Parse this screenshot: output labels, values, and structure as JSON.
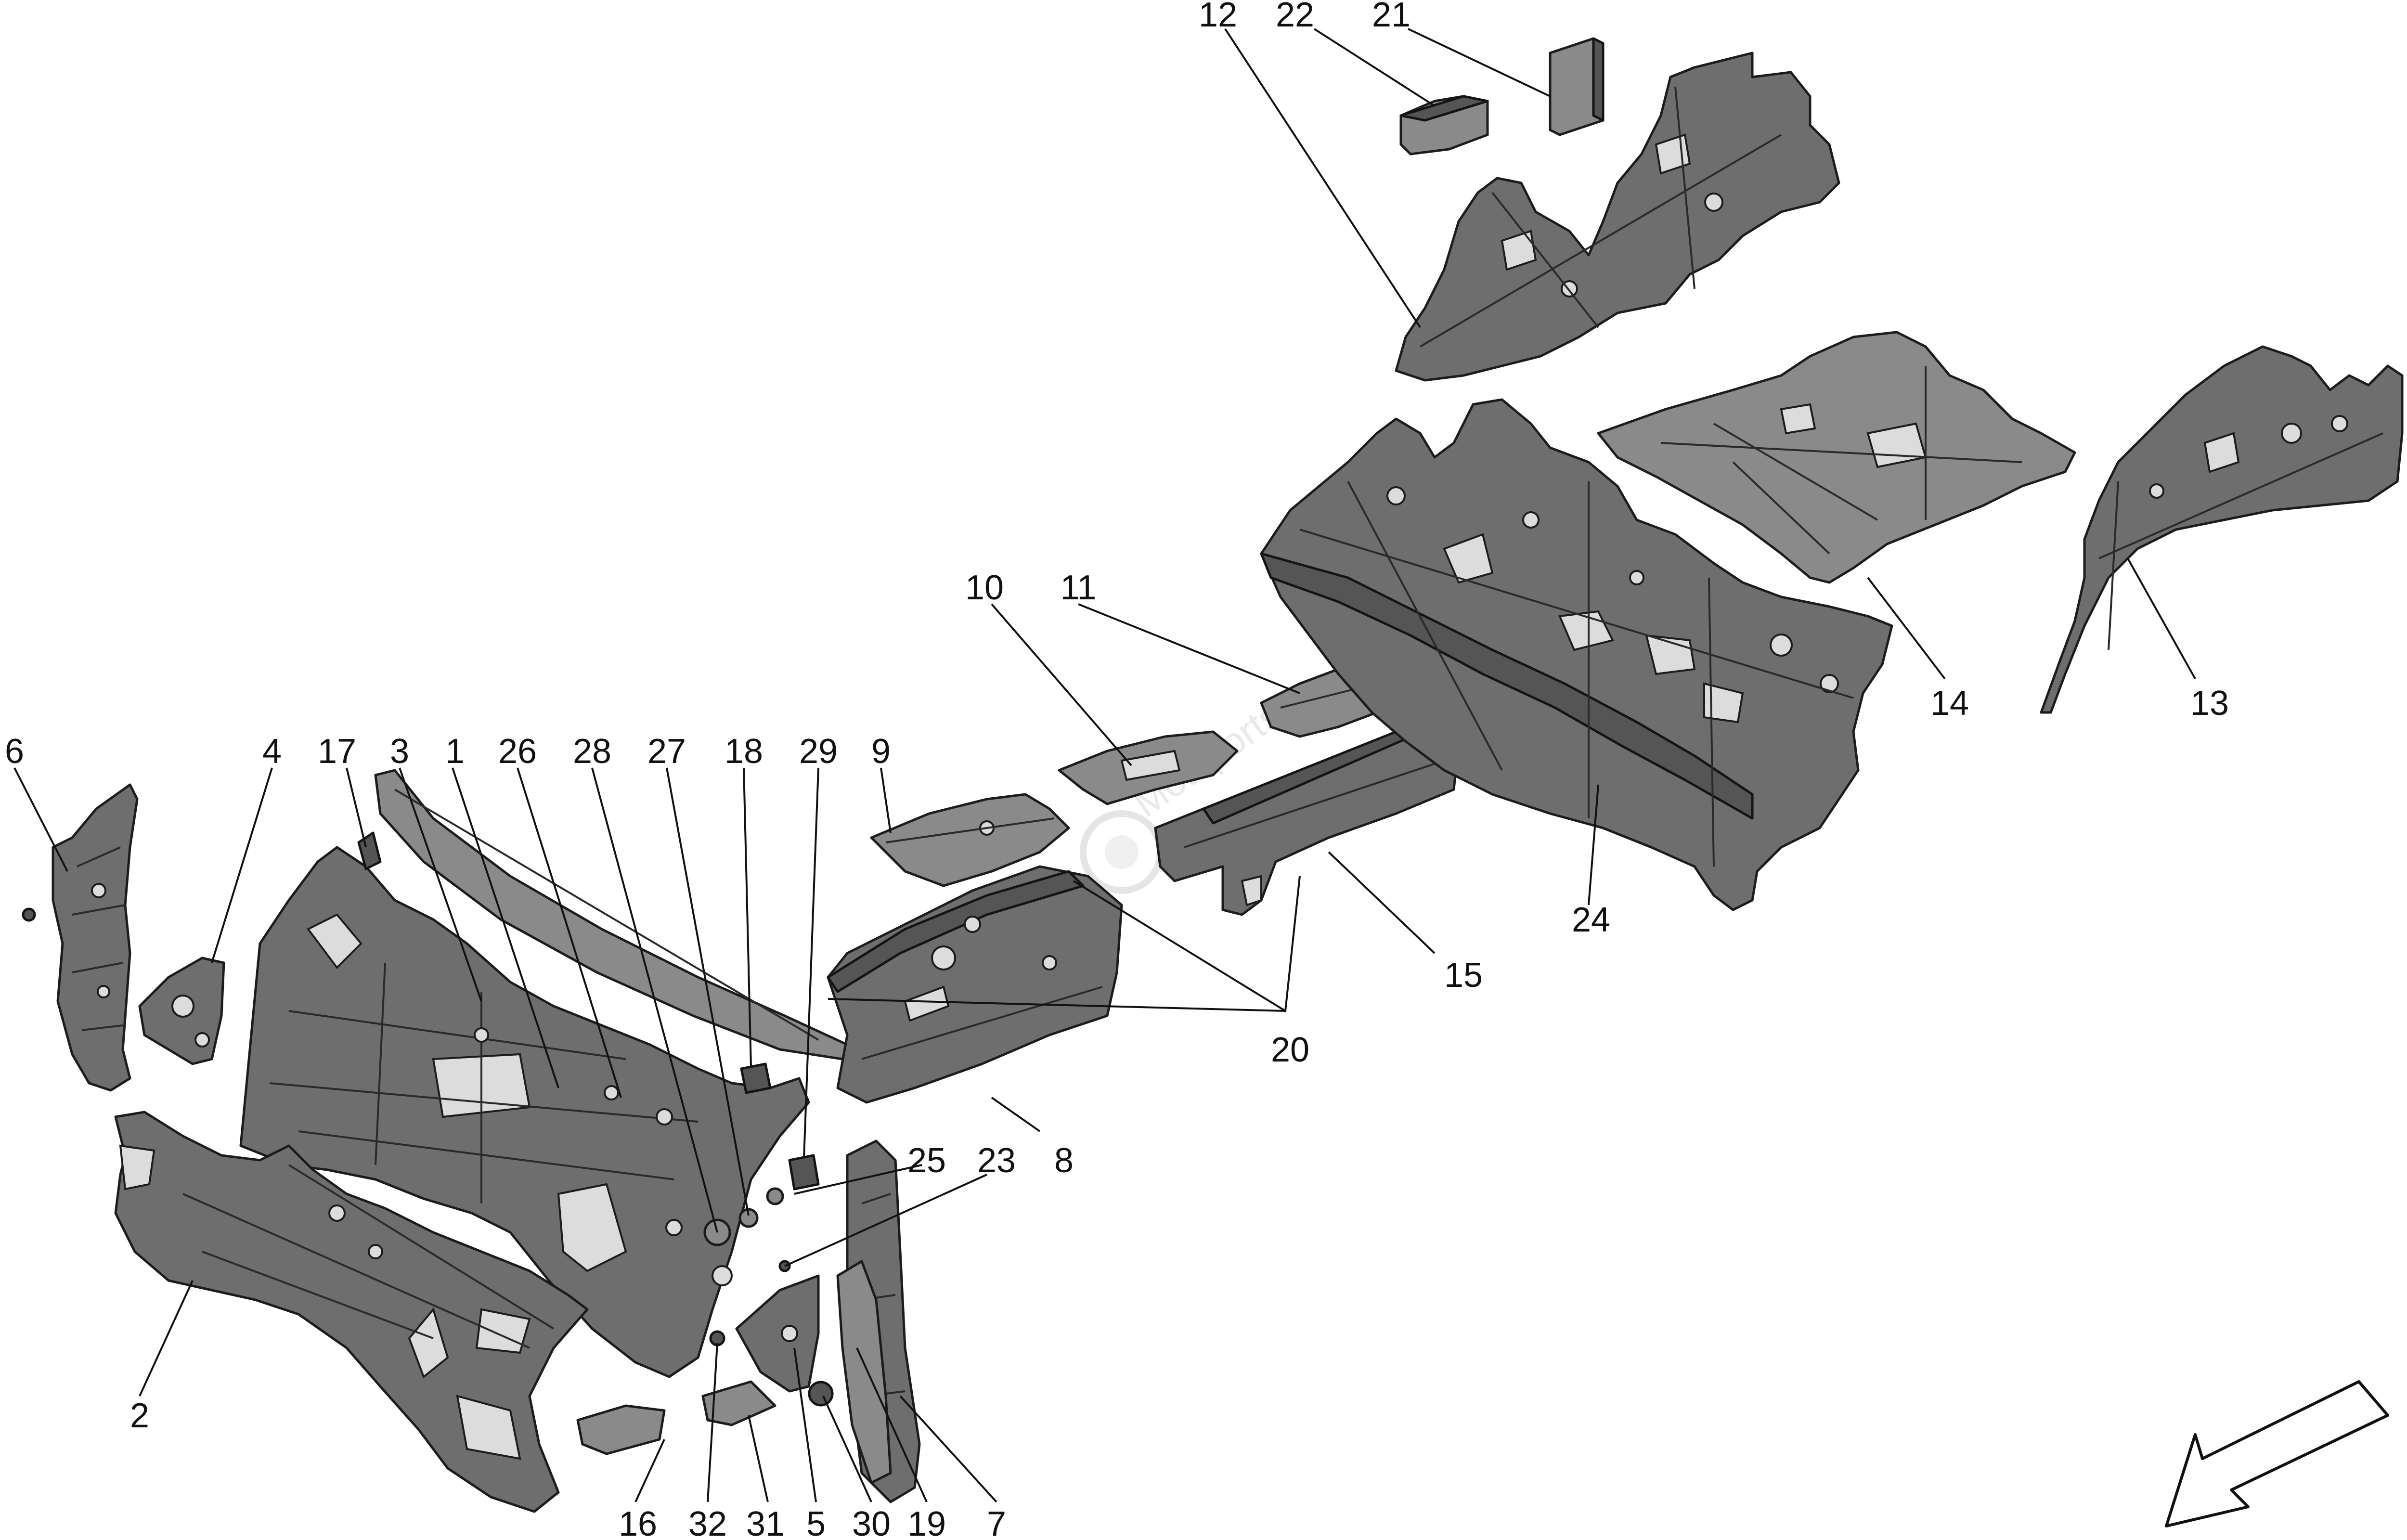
{
  "diagram": {
    "callouts": [
      "1",
      "2",
      "3",
      "4",
      "5",
      "6",
      "7",
      "8",
      "9",
      "10",
      "11",
      "12",
      "13",
      "14",
      "15",
      "16",
      "17",
      "18",
      "19",
      "20",
      "21",
      "22",
      "23",
      "24",
      "25",
      "26",
      "27",
      "28",
      "29",
      "30",
      "31",
      "32"
    ],
    "direction_icon": "front-direction-arrow-icon",
    "watermark": {
      "text": "Motsports"
    },
    "colors": {
      "part_fill": "#6e6e6e",
      "outline": "#1c1c1c",
      "background": "#ffffff"
    }
  }
}
